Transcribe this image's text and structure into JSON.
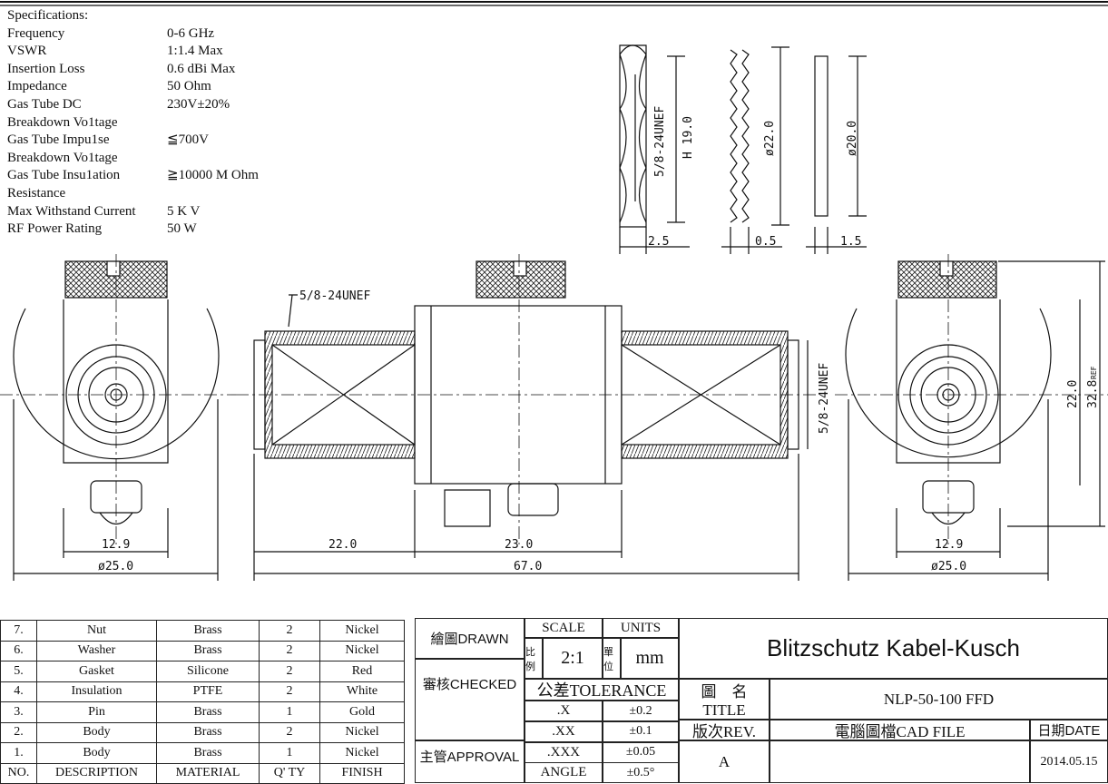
{
  "specifications": {
    "heading": "Specifications:",
    "rows": [
      {
        "label": "Frequency",
        "value": "0-6 GHz"
      },
      {
        "label": "VSWR",
        "value": "1:1.4 Max"
      },
      {
        "label": "Insertion Loss",
        "value": "0.6 dBi Max"
      },
      {
        "label": "Impedance",
        "value": "50 Ohm"
      },
      {
        "label": "Gas Tube DC",
        "value": "230V±20%"
      },
      {
        "label": "Breakdown Vo1tage",
        "value": ""
      },
      {
        "label": "Gas Tube Impu1se",
        "value": "≦700V"
      },
      {
        "label": "Breakdown Vo1tage",
        "value": ""
      },
      {
        "label": "Gas Tube Insu1ation",
        "value": "≧10000 M Ohm"
      },
      {
        "label": "Resistance",
        "value": ""
      },
      {
        "label": "Max Withstand Current",
        "value": "5 K V"
      },
      {
        "label": "RF Power Rating",
        "value": "50 W"
      }
    ]
  },
  "dimensions": {
    "nut_thread": "5/8-24UNEF",
    "nut_height": "H 19.0",
    "washer_dia": "ø22.0",
    "gasket_dia": "ø20.0",
    "nut_thick": "2.5",
    "washer_thick": "0.5",
    "gasket_thick": "1.5",
    "left_thread": "5/8-24UNEF",
    "right_thread": "5/8-24UNEF",
    "left_width": "12.9",
    "left_dia": "ø25.0",
    "len_left": "22.0",
    "len_body": "23.0",
    "len_total": "67.0",
    "right_width": "12.9",
    "right_dia": "ø25.0",
    "right_h1": "22.0",
    "right_h2": "32.8",
    "ref": "REF"
  },
  "bom": {
    "rows": [
      [
        "7.",
        "Nut",
        "Brass",
        "2",
        "Nickel"
      ],
      [
        "6.",
        "Washer",
        "Brass",
        "2",
        "Nickel"
      ],
      [
        "5.",
        "Gasket",
        "Silicone",
        "2",
        "Red"
      ],
      [
        "4.",
        "Insulation",
        "PTFE",
        "2",
        "White"
      ],
      [
        "3.",
        "Pin",
        "Brass",
        "1",
        "Gold"
      ],
      [
        "2.",
        "Body",
        "Brass",
        "2",
        "Nickel"
      ],
      [
        "1.",
        "Body",
        "Brass",
        "1",
        "Nickel"
      ]
    ],
    "headers": [
      "NO.",
      "DESCRIPTION",
      "MATERIAL",
      "Q' TY",
      "FINISH"
    ]
  },
  "title_block": {
    "drawn": "繪圖DRAWN",
    "checked": "審核CHECKED",
    "approval": "主管APPROVAL",
    "scale_label": "SCALE",
    "scale_cn": "比例",
    "scale_value": "2:1",
    "units_label": "UNITS",
    "units_cn": "單位",
    "units_value": "mm",
    "tolerance_label": "公差TOLERANCE",
    "tolerances": [
      {
        "k": ".X",
        "v": "±0.2"
      },
      {
        "k": ".XX",
        "v": "±0.1"
      },
      {
        "k": ".XXX",
        "v": "±0.05"
      },
      {
        "k": "ANGLE",
        "v": "±0.5°"
      }
    ],
    "company": "Blitzschutz Kabel-Kusch",
    "title_cn": "圖　名",
    "title_label": "TITLE",
    "title_value": "NLP-50-100 FFD",
    "rev_label": "版次REV.",
    "rev_value": "A",
    "cad_label": "電腦圖檔CAD FILE",
    "date_label": "日期DATE",
    "date_value": "2014.05.15"
  }
}
